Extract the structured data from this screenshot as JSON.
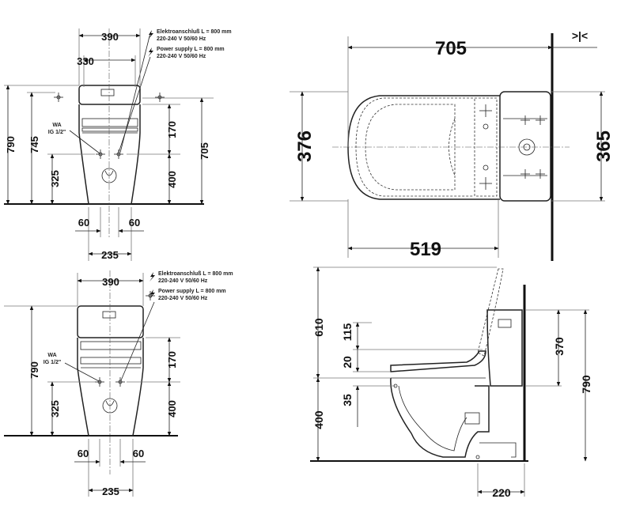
{
  "notes": {
    "front_top": [
      "Elektroanschluß L = 800 mm",
      "220-240 V  50/60 Hz",
      "Power supply L = 800 mm",
      "220-240 V  50/60 Hz"
    ],
    "front_bottom": [
      "Elektroanschluß L = 800 mm",
      "220-240 V  50/60 Hz",
      "Power supply L = 800 mm",
      "220-240 V  50/60 Hz"
    ]
  },
  "labels": {
    "wa_top": [
      "WA",
      "IG 1/2\""
    ],
    "wa_bottom": [
      "WA",
      "IG 1/2\""
    ],
    "plan_marker": ">|<"
  },
  "dimensions": {
    "front_top": {
      "width_total": "390",
      "width_inner": "330",
      "height_total": "790",
      "height_745": "745",
      "height_325": "325",
      "height_170": "170",
      "height_400": "400",
      "height_705": "705",
      "left_60": "60",
      "right_60": "60",
      "base_235": "235"
    },
    "front_bottom": {
      "width_total": "390",
      "height_total": "790",
      "height_325": "325",
      "height_170": "170",
      "height_400": "400",
      "left_60": "60",
      "right_60": "60",
      "base_235": "235"
    },
    "plan": {
      "length": "705",
      "length_519": "519",
      "width_376": "376",
      "width_365": "365"
    },
    "side": {
      "height_610": "610",
      "height_115": "115",
      "height_20": "20",
      "height_35": "35",
      "height_400": "400",
      "height_370": "370",
      "height_790": "790",
      "depth_220": "220"
    }
  }
}
